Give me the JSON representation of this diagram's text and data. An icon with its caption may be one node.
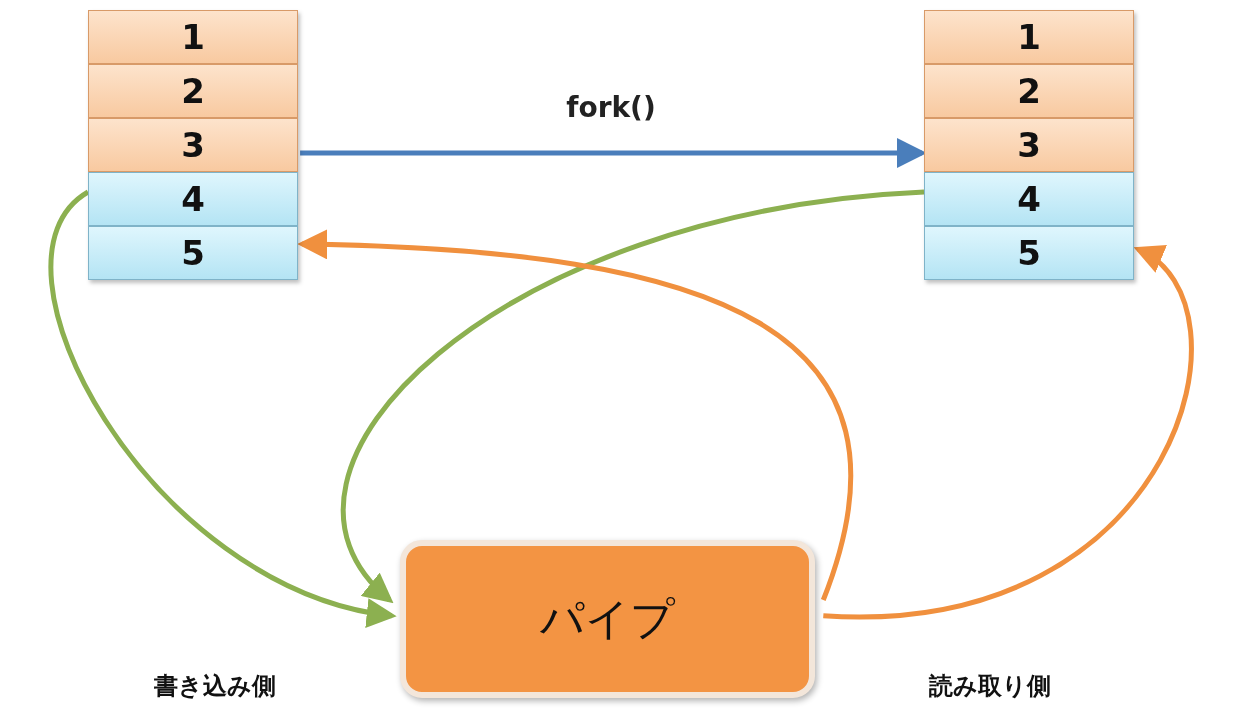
{
  "diagram": {
    "nodes": [
      {
        "text": [],
        "shape": "box"
      },
      {
        "text": [
          "1"
        ],
        "in": 0
      },
      {
        "text": [
          "2"
        ],
        "in": 0
      },
      {
        "text": [
          "3"
        ],
        "in": 0
      },
      {
        "text": [
          "4"
        ],
        "in": 0
      },
      {
        "text": [
          "5"
        ],
        "in": 0
      },
      {
        "text": [],
        "shape": "box"
      },
      {
        "text": [
          "1"
        ],
        "in": 6
      },
      {
        "text": [
          "2"
        ],
        "in": 6
      },
      {
        "text": [
          "3"
        ],
        "in": 6
      },
      {
        "text": [
          "4"
        ],
        "in": 6
      },
      {
        "text": [
          "5"
        ],
        "in": 6
      },
      {
        "text": [
          "パイプ"
        ]
      }
    ],
    "edges": [
      {
        "from": 0,
        "to": 6,
        "arrow": "to",
        "label": "fork()",
        "color": "#4a7ebb"
      },
      {
        "from": 4,
        "to": 12,
        "arrow": "to",
        "color": "#8cb050"
      },
      {
        "from": 10,
        "to": 12,
        "arrow": "to",
        "color": "#8cb050"
      },
      {
        "from": 12,
        "to": 5,
        "arrow": "to",
        "color": "#f0903e"
      },
      {
        "from": 12,
        "to": 11,
        "arrow": "to",
        "color": "#f0903e"
      }
    ],
    "labels": [
      "書き込み側",
      "読み取り側"
    ]
  }
}
